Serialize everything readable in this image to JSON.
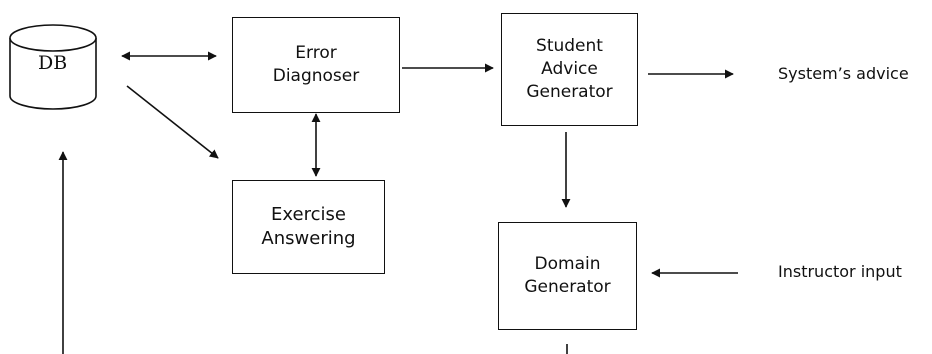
{
  "db": {
    "label": "DB"
  },
  "boxes": {
    "error_diagnoser": [
      "Error",
      "Diagnoser"
    ],
    "student_advice_generator": [
      "Student",
      "Advice",
      "Generator"
    ],
    "exercise_answering": [
      "Exercise",
      "Answering"
    ],
    "domain_generator": [
      "Domain",
      "Generator"
    ]
  },
  "labels": {
    "systems_advice": "System’s advice",
    "instructor_input": "Instructor input"
  }
}
